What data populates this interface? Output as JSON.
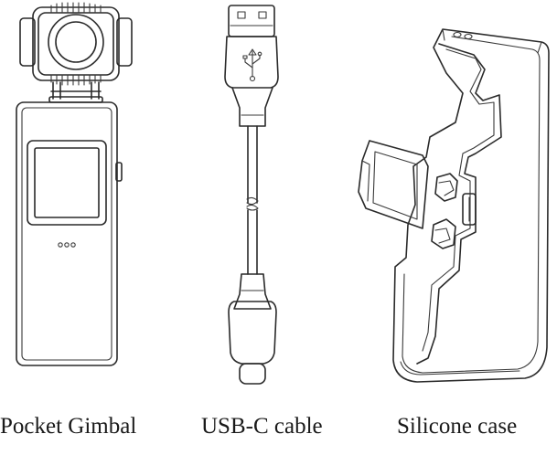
{
  "items": [
    {
      "label": "Pocket Gimbal",
      "icon": "pocket-gimbal-icon"
    },
    {
      "label": "USB-C cable",
      "icon": "usb-c-cable-icon"
    },
    {
      "label": "Silicone case",
      "icon": "silicone-case-icon"
    }
  ],
  "colors": {
    "line": "#2a2a2a",
    "background": "#ffffff"
  }
}
